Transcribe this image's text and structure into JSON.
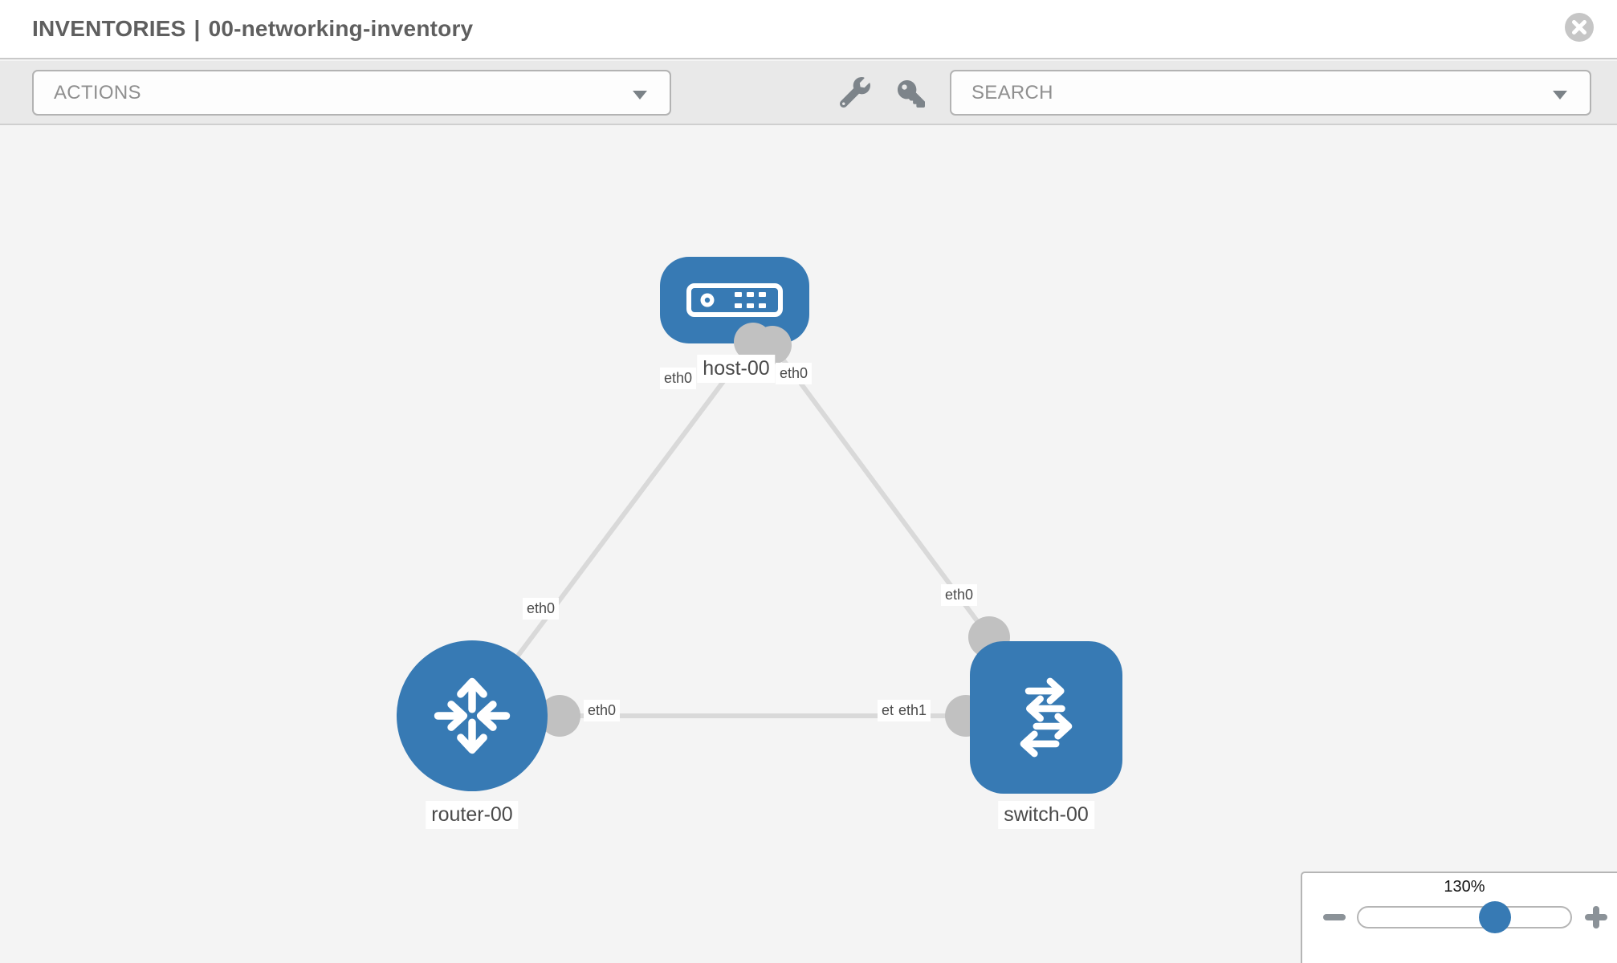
{
  "header": {
    "title_section": "INVENTORIES",
    "title_separator": "|",
    "inventory_name": "00-networking-inventory",
    "close_icon": "circle-x"
  },
  "toolbar": {
    "actions_label": "ACTIONS",
    "search_placeholder": "SEARCH",
    "tools": [
      {
        "icon": "wrench"
      },
      {
        "icon": "key"
      }
    ]
  },
  "topology": {
    "nodes": [
      {
        "label": "host-00",
        "type": "host",
        "icon": "server-device"
      },
      {
        "label": "router-00",
        "type": "router",
        "icon": "router-arrows"
      },
      {
        "label": "switch-00",
        "type": "switch",
        "icon": "switch-arrows"
      }
    ],
    "links": [
      {
        "from": "router-00",
        "to": "host-00"
      },
      {
        "from": "host-00",
        "to": "switch-00"
      },
      {
        "from": "router-00",
        "to": "switch-00"
      }
    ],
    "interfaces": [
      {
        "label": "eth0",
        "at": "host-00 left"
      },
      {
        "label": "eth0",
        "at": "host-00 right"
      },
      {
        "label": "eth0",
        "at": "router-00 diagonal link"
      },
      {
        "label": "eth0",
        "at": "router-00 horizontal link"
      },
      {
        "label": "eth0",
        "at": "switch-00 diagonal link"
      },
      {
        "label": "eth0",
        "at": "switch-00 horizontal link (partially covered)"
      },
      {
        "label": "eth1",
        "at": "switch-00 horizontal link"
      }
    ],
    "colors": {
      "node_fill": "#377ab4",
      "link_stroke": "#d9d9d9",
      "endpoint_fill": "#c1c1c1",
      "label_text": "#4a4a4a"
    }
  },
  "zoom_control": {
    "level": "130%",
    "minus_icon": "minus",
    "plus_icon": "plus"
  }
}
